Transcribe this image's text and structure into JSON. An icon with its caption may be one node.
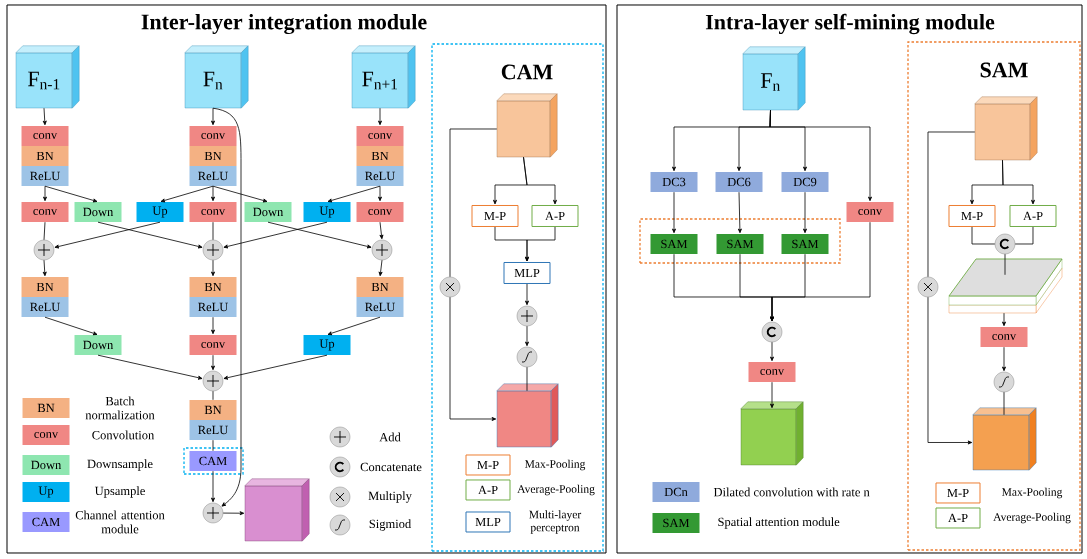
{
  "diagram": {
    "nodes": [
      {
        "text": [
          "Inter-layer integration module"
        ]
      },
      {
        "text": [
          "F$_{n-1}$"
        ],
        "in": 0
      },
      {
        "text": [
          "F$_{n}$"
        ],
        "in": 0
      },
      {
        "text": [
          "F$_{n+1}$"
        ],
        "in": 0
      },
      {
        "text": [
          "conv"
        ],
        "in": 0
      },
      {
        "text": [
          "BN"
        ],
        "in": 0
      },
      {
        "text": [
          "ReLU"
        ],
        "in": 0
      },
      {
        "text": [
          "conv"
        ],
        "in": 0
      },
      {
        "text": [
          "BN"
        ],
        "in": 0
      },
      {
        "text": [
          "ReLU"
        ],
        "in": 0
      },
      {
        "text": [
          "conv"
        ],
        "in": 0
      },
      {
        "text": [
          "BN"
        ],
        "in": 0
      },
      {
        "text": [
          "ReLU"
        ],
        "in": 0
      },
      {
        "text": [
          "conv"
        ],
        "in": 0
      },
      {
        "text": [
          "Down"
        ],
        "in": 0
      },
      {
        "text": [
          "Up"
        ],
        "in": 0
      },
      {
        "text": [
          "conv"
        ],
        "in": 0
      },
      {
        "text": [
          "Down"
        ],
        "in": 0
      },
      {
        "text": [
          "Up"
        ],
        "in": 0
      },
      {
        "text": [
          "conv"
        ],
        "in": 0
      },
      {
        "text": [],
        "shape": "circle",
        "in": 0
      },
      {
        "text": [],
        "shape": "circle",
        "in": 0
      },
      {
        "text": [],
        "shape": "circle",
        "in": 0
      },
      {
        "text": [
          "BN"
        ],
        "in": 0
      },
      {
        "text": [
          "ReLU"
        ],
        "in": 0
      },
      {
        "text": [
          "BN"
        ],
        "in": 0
      },
      {
        "text": [
          "ReLU"
        ],
        "in": 0
      },
      {
        "text": [
          "BN"
        ],
        "in": 0
      },
      {
        "text": [
          "ReLU"
        ],
        "in": 0
      },
      {
        "text": [
          "Down"
        ],
        "in": 0
      },
      {
        "text": [
          "conv"
        ],
        "in": 0
      },
      {
        "text": [
          "Up"
        ],
        "in": 0
      },
      {
        "text": [],
        "shape": "circle",
        "in": 0
      },
      {
        "text": [
          "BN"
        ],
        "in": 0
      },
      {
        "text": [
          "ReLU"
        ],
        "in": 0
      },
      {
        "text": [],
        "shape": "box",
        "in": 0
      },
      {
        "text": [
          "CAM"
        ],
        "in": 35
      },
      {
        "text": [],
        "shape": "circle",
        "in": 0
      },
      {
        "text": [],
        "shape": "cube",
        "in": 0
      },
      {
        "text": [
          "CAM"
        ],
        "in": 0
      },
      {
        "text": [],
        "shape": "cube",
        "in": 39
      },
      {
        "text": [
          "M-P"
        ],
        "in": 39
      },
      {
        "text": [
          "A-P"
        ],
        "in": 39
      },
      {
        "text": [
          "MLP"
        ],
        "in": 39
      },
      {
        "text": [],
        "shape": "circle",
        "in": 39
      },
      {
        "text": [],
        "shape": "circle",
        "in": 39
      },
      {
        "text": [],
        "shape": "circle",
        "in": 39
      },
      {
        "text": [],
        "shape": "cube",
        "in": 39
      },
      {
        "text": [
          "Intra-layer self-mining module"
        ]
      },
      {
        "text": [
          "F$_{n}$"
        ],
        "in": 48
      },
      {
        "text": [
          "DC3"
        ],
        "in": 48
      },
      {
        "text": [
          "DC6"
        ],
        "in": 48
      },
      {
        "text": [
          "DC9"
        ],
        "in": 48
      },
      {
        "text": [
          "conv"
        ],
        "in": 48
      },
      {
        "text": [],
        "shape": "box",
        "in": 48
      },
      {
        "text": [
          "SAM"
        ],
        "in": 54
      },
      {
        "text": [
          "SAM"
        ],
        "in": 54
      },
      {
        "text": [
          "SAM"
        ],
        "in": 54
      },
      {
        "text": [],
        "shape": "circle",
        "in": 48
      },
      {
        "text": [
          "conv"
        ],
        "in": 48
      },
      {
        "text": [],
        "shape": "cube",
        "in": 48
      },
      {
        "text": [
          "SAM"
        ],
        "in": 48
      },
      {
        "text": [],
        "shape": "cube",
        "in": 61
      },
      {
        "text": [
          "M-P"
        ],
        "in": 61
      },
      {
        "text": [
          "A-P"
        ],
        "in": 61
      },
      {
        "text": [],
        "shape": "circle",
        "in": 61
      },
      {
        "text": [],
        "shape": "box",
        "in": 61
      },
      {
        "text": [
          "conv"
        ],
        "in": 61
      },
      {
        "text": [],
        "shape": "circle",
        "in": 61
      },
      {
        "text": [],
        "shape": "circle",
        "in": 61
      },
      {
        "text": [],
        "shape": "cube",
        "in": 61
      }
    ],
    "edges": [
      {
        "from": 1,
        "to": 4,
        "arrow": "to"
      },
      {
        "from": 2,
        "to": 7,
        "arrow": "to"
      },
      {
        "from": 3,
        "to": 10,
        "arrow": "to"
      },
      {
        "from": 6,
        "to": 13,
        "arrow": "to"
      },
      {
        "from": 6,
        "to": 14,
        "arrow": "to"
      },
      {
        "from": 9,
        "to": 15,
        "arrow": "to"
      },
      {
        "from": 9,
        "to": 16,
        "arrow": "to"
      },
      {
        "from": 9,
        "to": 17,
        "arrow": "to"
      },
      {
        "from": 12,
        "to": 18,
        "arrow": "to"
      },
      {
        "from": 12,
        "to": 19,
        "arrow": "to"
      },
      {
        "from": 13,
        "to": 20,
        "arrow": "none"
      },
      {
        "from": 15,
        "to": 20,
        "arrow": "to"
      },
      {
        "from": 14,
        "to": 21,
        "arrow": "to"
      },
      {
        "from": 16,
        "to": 21,
        "arrow": "none"
      },
      {
        "from": 18,
        "to": 21,
        "arrow": "to"
      },
      {
        "from": 17,
        "to": 22,
        "arrow": "to"
      },
      {
        "from": 19,
        "to": 22,
        "arrow": "to"
      },
      {
        "from": 20,
        "to": 23,
        "arrow": "to"
      },
      {
        "from": 21,
        "to": 25,
        "arrow": "to"
      },
      {
        "from": 22,
        "to": 27,
        "arrow": "to"
      },
      {
        "from": 24,
        "to": 29,
        "arrow": "to"
      },
      {
        "from": 26,
        "to": 30,
        "arrow": "to"
      },
      {
        "from": 28,
        "to": 31,
        "arrow": "to"
      },
      {
        "from": 29,
        "to": 32,
        "arrow": "to"
      },
      {
        "from": 30,
        "to": 32,
        "arrow": "to"
      },
      {
        "from": 31,
        "to": 32,
        "arrow": "to"
      },
      {
        "from": 32,
        "to": 33,
        "arrow": "none"
      },
      {
        "from": 34,
        "to": 36,
        "arrow": "none"
      },
      {
        "from": 36,
        "to": 37,
        "arrow": "to"
      },
      {
        "from": 2,
        "to": 37,
        "arrow": "to"
      },
      {
        "from": 37,
        "to": 38,
        "arrow": "to"
      },
      {
        "from": 40,
        "to": 41,
        "arrow": "to"
      },
      {
        "from": 40,
        "to": 42,
        "arrow": "to"
      },
      {
        "from": 41,
        "to": 43,
        "arrow": "to"
      },
      {
        "from": 42,
        "to": 43,
        "arrow": "to"
      },
      {
        "from": 43,
        "to": 44,
        "arrow": "to"
      },
      {
        "from": 44,
        "to": 45,
        "arrow": "to"
      },
      {
        "from": 45,
        "to": 47,
        "arrow": "none"
      },
      {
        "from": 40,
        "to": 46,
        "arrow": "none"
      },
      {
        "from": 46,
        "to": 47,
        "arrow": "to"
      },
      {
        "from": 49,
        "to": 50,
        "arrow": "to"
      },
      {
        "from": 49,
        "to": 51,
        "arrow": "to"
      },
      {
        "from": 49,
        "to": 52,
        "arrow": "to"
      },
      {
        "from": 49,
        "to": 53,
        "arrow": "to"
      },
      {
        "from": 50,
        "to": 55,
        "arrow": "to"
      },
      {
        "from": 51,
        "to": 56,
        "arrow": "to"
      },
      {
        "from": 52,
        "to": 57,
        "arrow": "to"
      },
      {
        "from": 55,
        "to": 58,
        "arrow": "to"
      },
      {
        "from": 56,
        "to": 58,
        "arrow": "to"
      },
      {
        "from": 57,
        "to": 58,
        "arrow": "to"
      },
      {
        "from": 53,
        "to": 58,
        "arrow": "to"
      },
      {
        "from": 58,
        "to": 59,
        "arrow": "to"
      },
      {
        "from": 59,
        "to": 60,
        "arrow": "to"
      },
      {
        "from": 62,
        "to": 63,
        "arrow": "to"
      },
      {
        "from": 62,
        "to": 64,
        "arrow": "to"
      },
      {
        "from": 63,
        "to": 65,
        "arrow": "none"
      },
      {
        "from": 64,
        "to": 65,
        "arrow": "none"
      },
      {
        "from": 65,
        "to": 66,
        "arrow": "none"
      },
      {
        "from": 66,
        "to": 67,
        "arrow": "to"
      },
      {
        "from": 67,
        "to": 68,
        "arrow": "to"
      },
      {
        "from": 68,
        "to": 70,
        "arrow": "none"
      },
      {
        "from": 62,
        "to": 69,
        "arrow": "none"
      },
      {
        "from": 69,
        "to": 70,
        "arrow": "to"
      }
    ],
    "labels": [
      "BN",
      "conv",
      "Down",
      "Up",
      "CAM",
      "M-P",
      "A-P",
      "MLP",
      "DCn",
      "SAM",
      "M-P",
      "A-P"
    ],
    "legend": [
      {
        "text": "Batch normalization",
        "color": "#f4b183"
      },
      {
        "text": "Convolution",
        "color": "#f08784"
      },
      {
        "text": "Downsample",
        "color": "#8ee6b0"
      },
      {
        "text": "Upsample",
        "color": "#00b0f0"
      },
      {
        "text": "Channel attention module",
        "color": "#9999ff"
      },
      {
        "text": "Add"
      },
      {
        "text": "Concatenate"
      },
      {
        "text": "Multiply"
      },
      {
        "text": "Sigmiod"
      },
      {
        "text": "Max-Pooling"
      },
      {
        "text": "Average-Pooling"
      },
      {
        "text": "Multi-layer perceptron"
      },
      {
        "text": "Dilated convolution with rate n",
        "color": "#8faadc"
      },
      {
        "text": "Spatial attention module",
        "color": "#339933"
      },
      {
        "text": "Max-Pooling"
      },
      {
        "text": "Average-Pooling"
      }
    ]
  }
}
